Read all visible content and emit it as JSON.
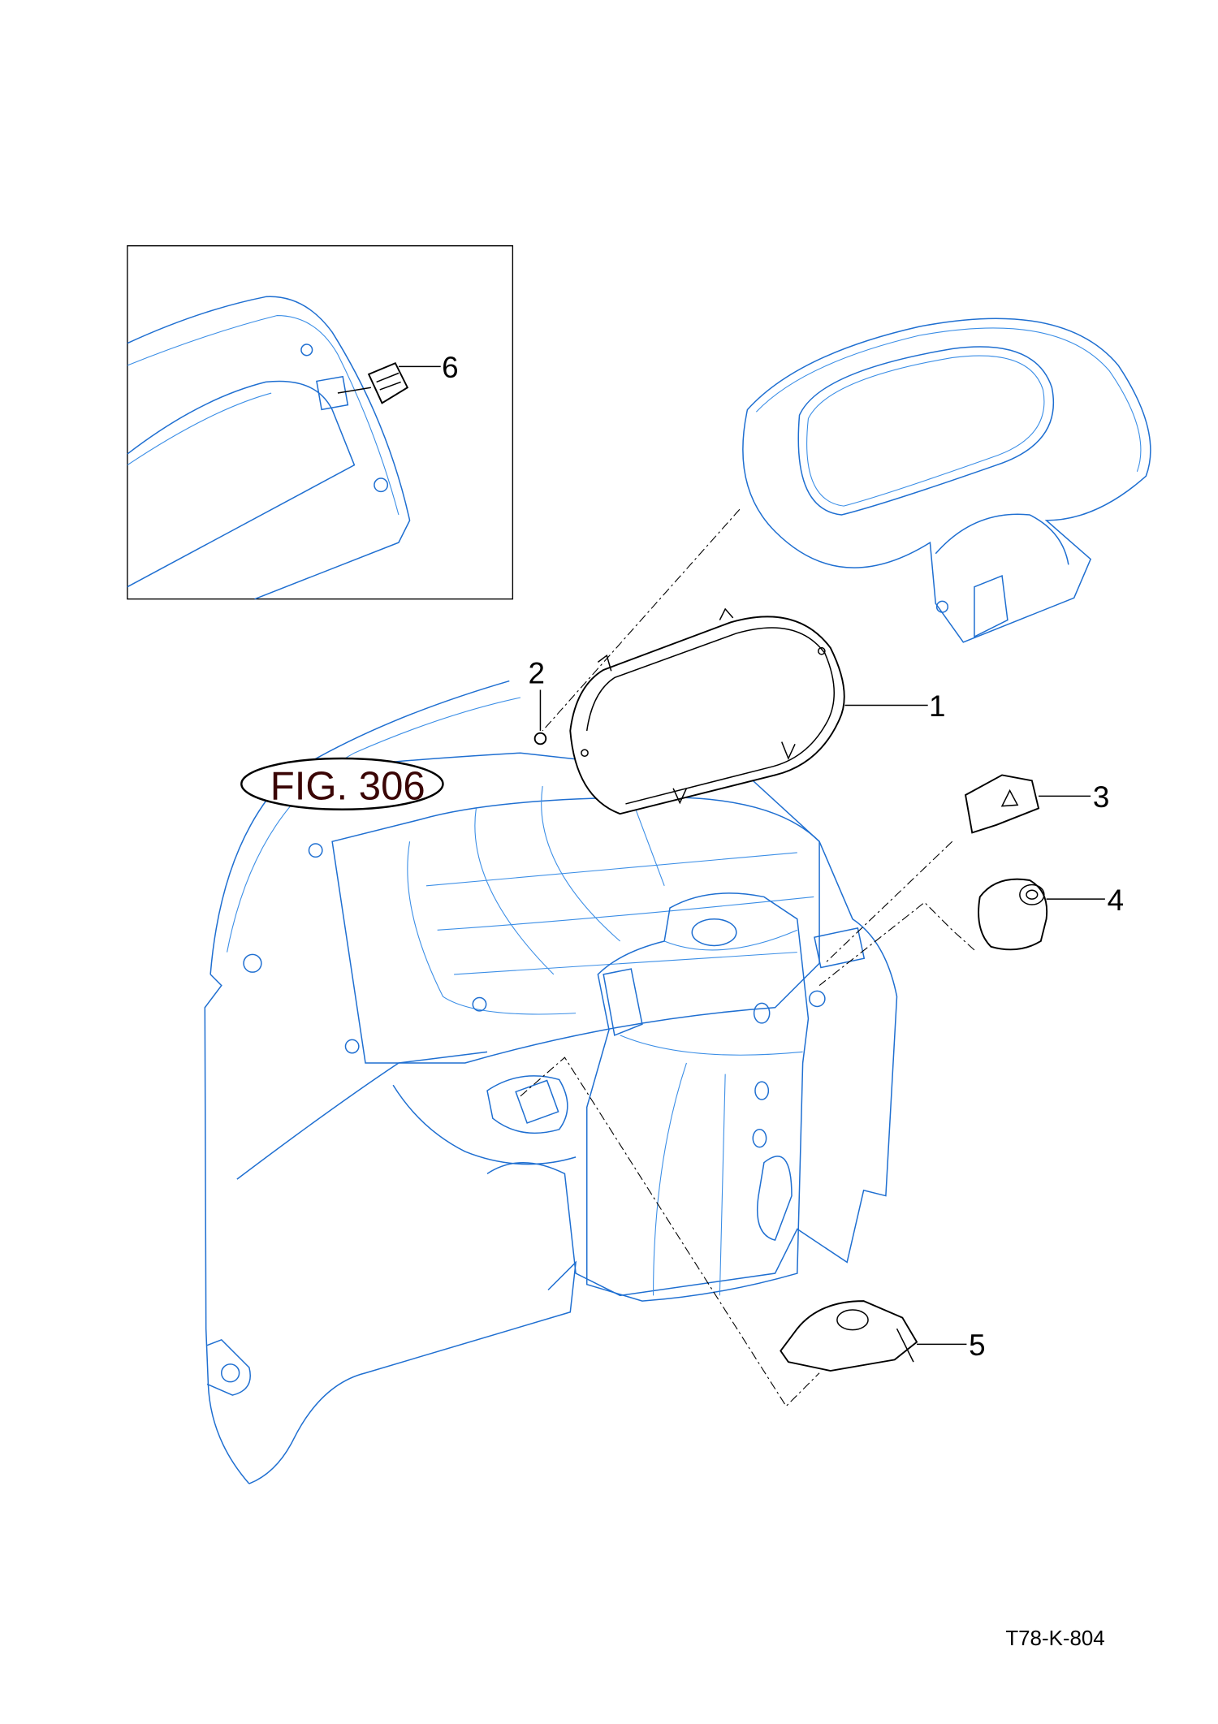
{
  "figure": {
    "label": "FIG. 306"
  },
  "drawing_code": "T78-K-804",
  "callouts": [
    "1",
    "2",
    "3",
    "4",
    "5",
    "6"
  ],
  "colors": {
    "line_art": "#1f6fd1",
    "part": "#000000",
    "fig_text": "#3a0505"
  }
}
